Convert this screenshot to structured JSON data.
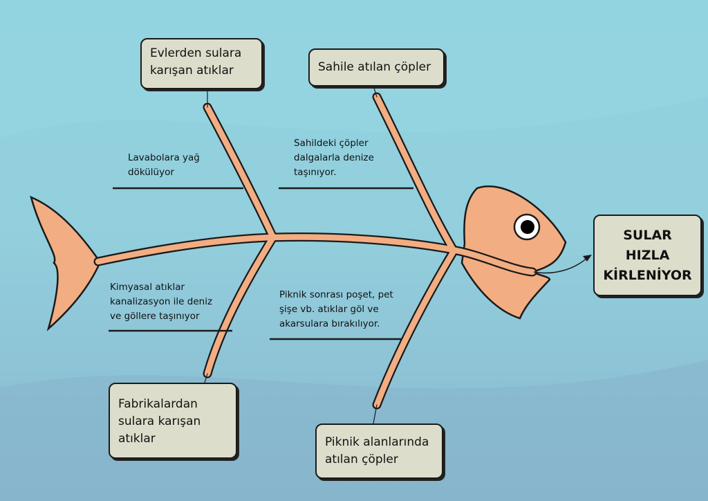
{
  "causes": {
    "top_left": {
      "title": "Evlerden sulara karışan atıklar",
      "line1": "Evlerden sulara",
      "line2": "karışan atıklar",
      "detail": [
        "Lavabolara yağ",
        "dökülüyor"
      ]
    },
    "top_right": {
      "title": "Sahile atılan çöpler",
      "detail": [
        "Sahildeki çöpler",
        "dalgalarla denize",
        "taşınıyor."
      ]
    },
    "bottom_left": {
      "line1": "Fabrikalardan",
      "line2": "sulara karışan",
      "line3": "atıklar",
      "detail": [
        "Kimyasal atıklar",
        "kanalizasyon ile deniz",
        "ve göllere taşınıyor"
      ]
    },
    "bottom_right": {
      "line1": "Piknik alanlarında",
      "line2": "atılan çöpler",
      "detail": [
        "Piknik sonrası poşet, pet",
        "şişe vb. atıklar göl ve",
        "akarsulara bırakılıyor."
      ]
    }
  },
  "effect": {
    "line1": "SULAR",
    "line2": "HIZLA",
    "line3": "KİRLENİYOR"
  },
  "colors": {
    "fish": "#f2ad82",
    "box": "#ddddcb",
    "outline": "#1a1a1a"
  }
}
